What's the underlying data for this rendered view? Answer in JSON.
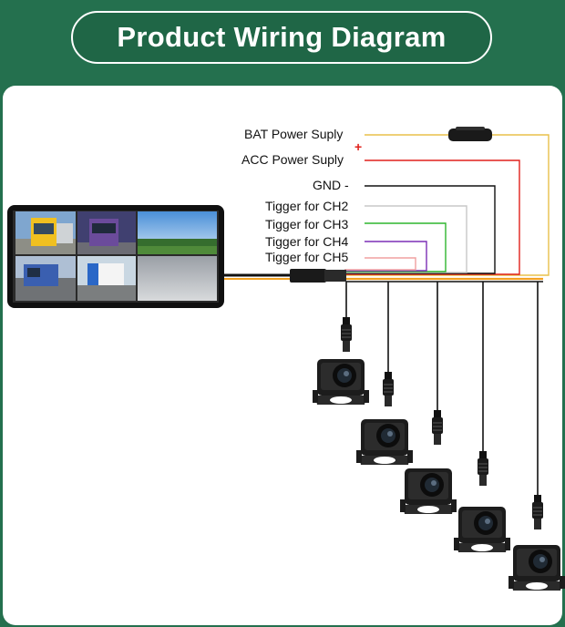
{
  "title": "Product Wiring Diagram",
  "labels": {
    "bat": "BAT Power Suply",
    "plus": "+",
    "acc": "ACC Power Suply",
    "gnd": "GND -",
    "ch2": "Tigger for CH2",
    "ch3": "Tigger for CH3",
    "ch4": "Tigger for CH4",
    "ch5": "Tigger for CH5"
  },
  "colors": {
    "bat": "#e8c04a",
    "acc": "#e0201b",
    "gnd": "#111111",
    "ch2": "#c8c8c8",
    "ch3": "#2fb52f",
    "ch4": "#7b2fb5",
    "ch5": "#f0a0a0",
    "background": "#24704e"
  },
  "monitor": {
    "tiles": [
      "truck-front-yellow",
      "truck-front-purple",
      "landscape-sky",
      "truck-road-blue",
      "truck-white",
      "road"
    ]
  },
  "cameras": {
    "count": 5,
    "icon": "ahd-camera-icon"
  }
}
